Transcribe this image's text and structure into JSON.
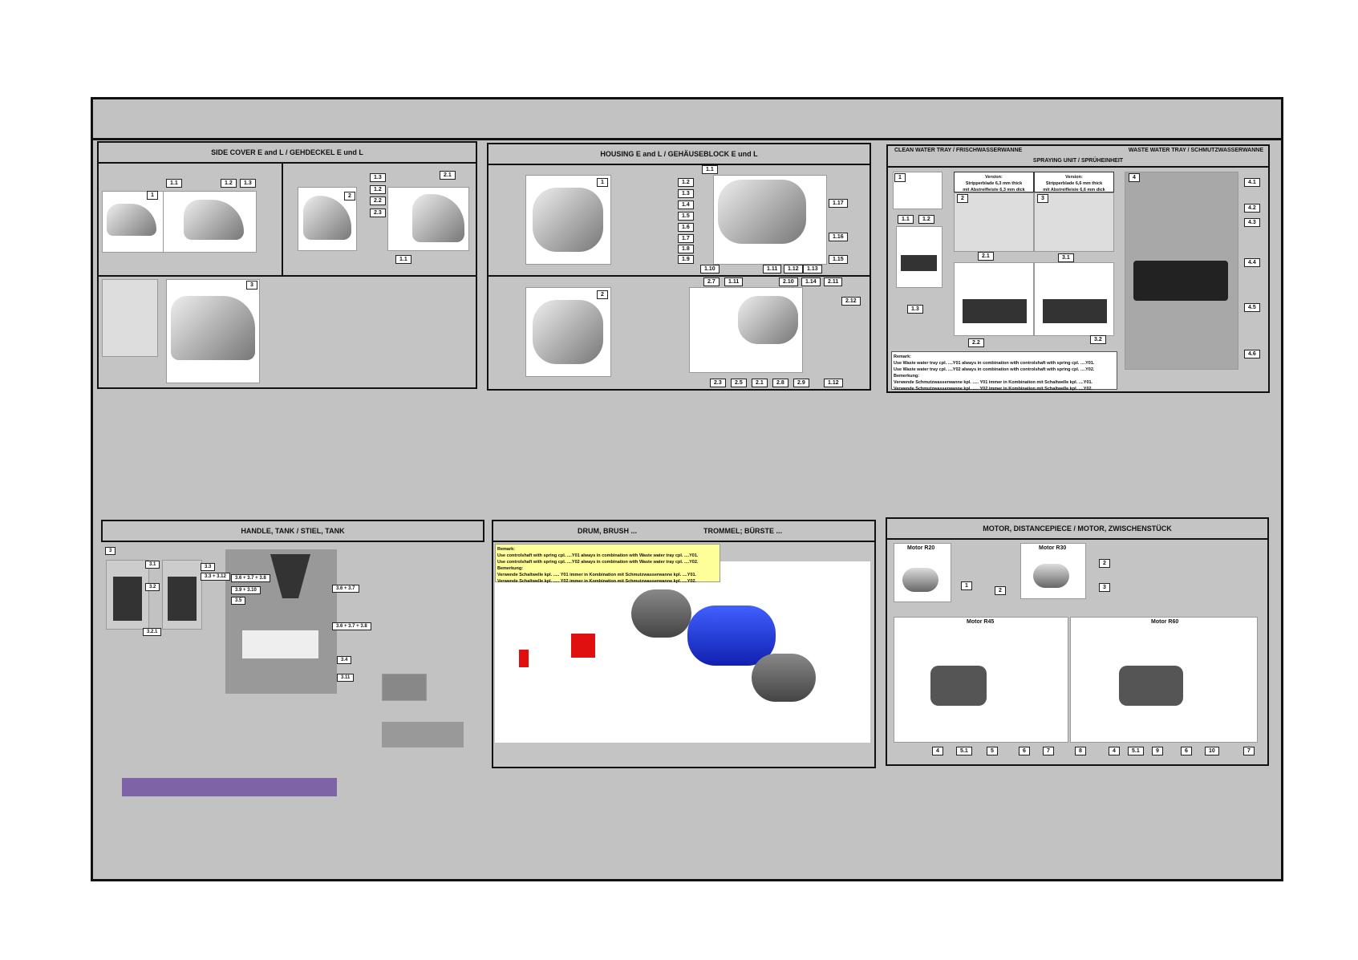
{
  "panels": {
    "side_cover": {
      "title": "SIDE COVER E and L / GEHDECKEL E und L",
      "labels": [
        "1",
        "1.1",
        "1.2",
        "1.3",
        "2",
        "1.3",
        "1.2",
        "2.2",
        "2.3",
        "2.1",
        "1.1",
        "3"
      ]
    },
    "housing": {
      "title": "HOUSING E and L / GEHÄUSEBLOCK E und L",
      "labels": [
        "1",
        "1.1",
        "1.2",
        "1.3",
        "1.4",
        "1.5",
        "1.6",
        "1.7",
        "1.8",
        "1.9",
        "1.10",
        "1.11",
        "1.12",
        "1.13",
        "1.14",
        "1.15",
        "1.16",
        "1.17",
        "2",
        "2.7",
        "1.11",
        "2.10",
        "1.14",
        "2.11",
        "2.12",
        "2.3",
        "2.5",
        "2.1",
        "2.8",
        "2.9",
        "1.12"
      ]
    },
    "water": {
      "title_left": "CLEAN WATER TRAY / FRISCHWASSERWANNE",
      "title_right": "WASTE WATER TRAY / SCHMUTZWASSERWANNE",
      "subtitle": "SPRAYING UNIT / SPRÜHEINHEIT",
      "version1": "Version:\nStripperblade 6,3 mm thick\nmit Abstreifleiste 6,3 mm dick",
      "version2": "Version:\nStripperblade 6,6 mm thick\nmit Abstreifleiste 6,6 mm dick",
      "labels": [
        "1",
        "1.1",
        "1.2",
        "1.3",
        "2",
        "2.1",
        "2.2",
        "3",
        "3.1",
        "3.2",
        "4",
        "4.1",
        "4.2",
        "4.3",
        "4.4",
        "4.5",
        "4.6"
      ],
      "remark": [
        "Remark:",
        "Use Waste water tray cpl. ....Y01 always in combination with controlshaft with spring cpl. ....Y01.",
        "Use Waste water tray cpl. ....Y02 always in combination with controlshaft with spring cpl. ....Y02.",
        "Bemerkung:",
        "Verwende Schmutzwasserwanne kpl. ..... Y01 immer in Kombination mit Schaltwelle kpl. ....Y01.",
        "Verwende Schmutzwasserwanne kpl. ..... Y02 immer in Kombination mit Schaltwelle kpl. ....Y02."
      ]
    },
    "handle": {
      "title": "HANDLE, TANK / STIEL, TANK",
      "labels": [
        "3",
        "3.1",
        "3.2",
        "3.2.1",
        "3.3",
        "3.3 + 3.12",
        "3.6 + 3.7 + 3.8",
        "3.9 + 3.10",
        "3.5",
        "3.6 + 3.7",
        "3.6 + 3.7 + 3.8",
        "3.4",
        "3.11"
      ]
    },
    "drum": {
      "title_left": "DRUM, BRUSH ...",
      "title_right": "TROMMEL; BÜRSTE ...",
      "remark": [
        "Remark:",
        "Use controlshaft with spring cpl. ....Y01 always in combination with Waste water tray cpl. ....Y01.",
        "Use controlshaft with spring cpl. ....Y02 always in combination with Waste water tray cpl. ....Y02.",
        "Bemerkung:",
        "Verwende Schaltwelle kpl. ..... Y01 immer in Kombination mit Schmutzwasserwanne kpl. ....Y01.",
        "Verwende Schaltwelle kpl. ..... Y02 immer in Kombination mit Schmutzwasserwanne kpl. ....Y02."
      ]
    },
    "motor": {
      "title": "MOTOR, DISTANCEPIECE / MOTOR, ZWISCHENSTÜCK",
      "motors": [
        "Motor R20",
        "Motor R30",
        "Motor R45",
        "Motor R60"
      ],
      "labels_r30": [
        "2",
        "2",
        "3"
      ],
      "label_r20": "1",
      "labels_r45": [
        "4",
        "5.1",
        "5",
        "6",
        "7"
      ],
      "labels_r60": [
        "8",
        "4",
        "5.1",
        "9",
        "6",
        "10",
        "7"
      ]
    }
  },
  "colors": {
    "accent": "#7f63a7",
    "note_bg": "#ffff99",
    "drum_blue": "#2040e0",
    "part_red": "#e01010"
  }
}
